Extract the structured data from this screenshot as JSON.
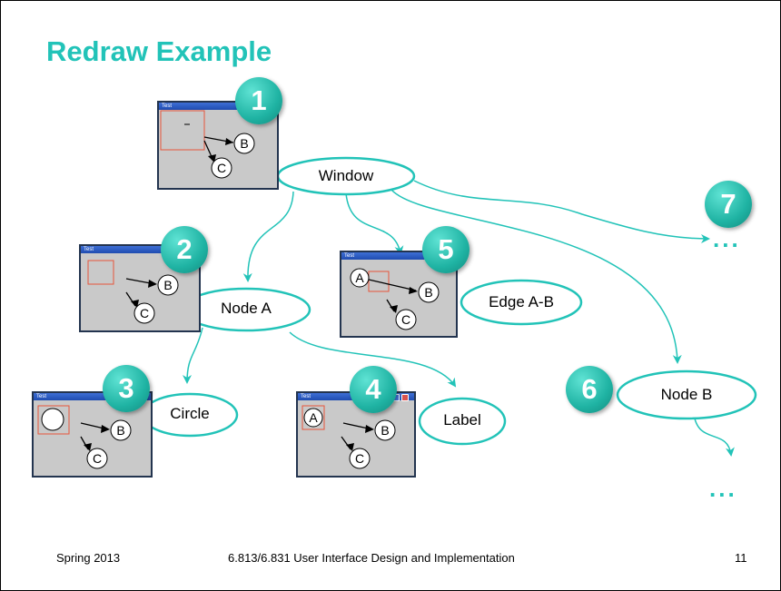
{
  "slide": {
    "title": "Redraw Example",
    "window_caption": "Test",
    "nodes": {
      "window": "Window",
      "node_a": "Node A",
      "edge_ab": "Edge A-B",
      "circle": "Circle",
      "label": "Label",
      "node_b": "Node B"
    },
    "steps": [
      "1",
      "2",
      "3",
      "4",
      "5",
      "6",
      "7"
    ],
    "ellipsis": "...",
    "graph_labels": {
      "a": "A",
      "b": "B",
      "c": "C"
    },
    "footer": {
      "left": "Spring 2013",
      "center": "6.813/6.831 User Interface Design and Implementation",
      "page": "11"
    },
    "colors": {
      "accent": "#22c3b8",
      "highlight": "#e8553a",
      "window_bg": "#c9c9c9",
      "titlebar": "#2d5ec8"
    }
  }
}
